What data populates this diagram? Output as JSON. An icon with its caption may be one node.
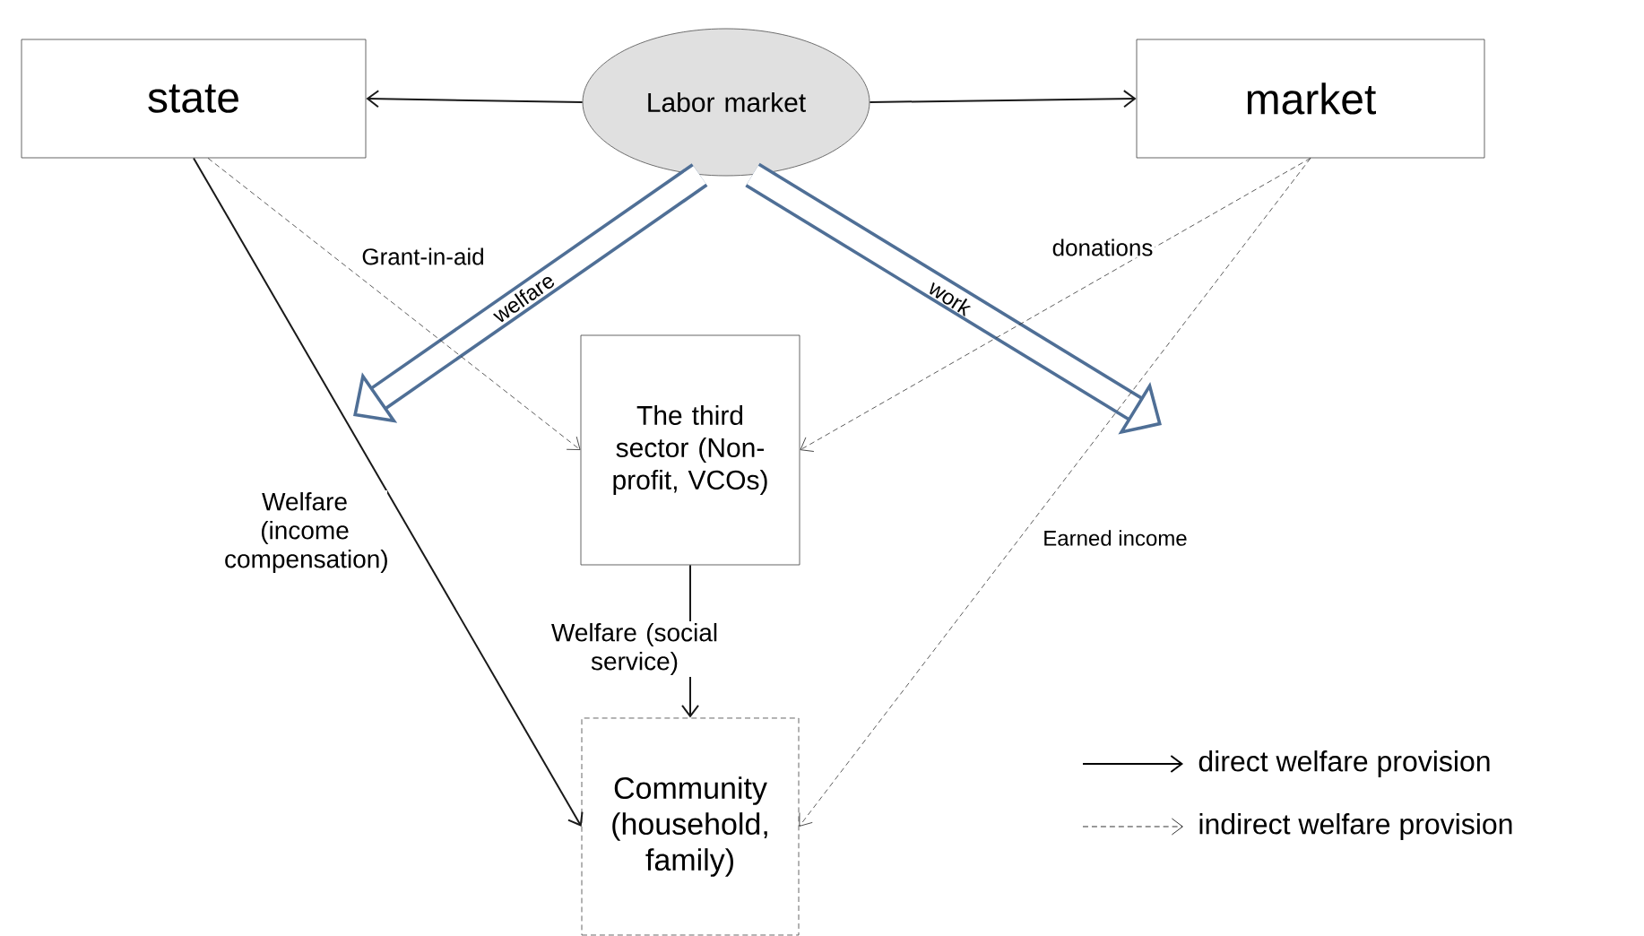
{
  "diagram": {
    "nodes": [
      {
        "text": [
          "state"
        ]
      },
      {
        "text": [
          "Labor market"
        ]
      },
      {
        "text": [
          "market"
        ]
      },
      {
        "text": [
          "The third sector (Non-profit, VCOs)"
        ]
      },
      {
        "text": [
          "Community (household, family)"
        ]
      }
    ],
    "edges": [
      {
        "from": 1,
        "to": 0,
        "arrow": "to"
      },
      {
        "from": 1,
        "to": 2,
        "arrow": "to"
      },
      {
        "from": 1,
        "to": null,
        "arrow": "to",
        "label": "welfare",
        "style": "thick",
        "color": "#4f6f96"
      },
      {
        "from": 1,
        "to": null,
        "arrow": "to",
        "label": "work",
        "style": "thick",
        "color": "#4f6f96"
      },
      {
        "from": 0,
        "to": 3,
        "arrow": "to",
        "label": "Grant-in-aid",
        "style": "dashed"
      },
      {
        "from": 2,
        "to": 3,
        "arrow": "to",
        "label": "donations",
        "style": "dashed"
      },
      {
        "from": 0,
        "to": 4,
        "arrow": "to",
        "label": "Welfare (income compensation)"
      },
      {
        "from": 3,
        "to": 4,
        "arrow": "to",
        "label": "Welfare (social service)"
      },
      {
        "from": 2,
        "to": 4,
        "arrow": "to",
        "label": "Earned income",
        "style": "dashed"
      }
    ],
    "legend": [
      {
        "text": "direct welfare provision"
      },
      {
        "text": "indirect welfare provision"
      }
    ]
  }
}
